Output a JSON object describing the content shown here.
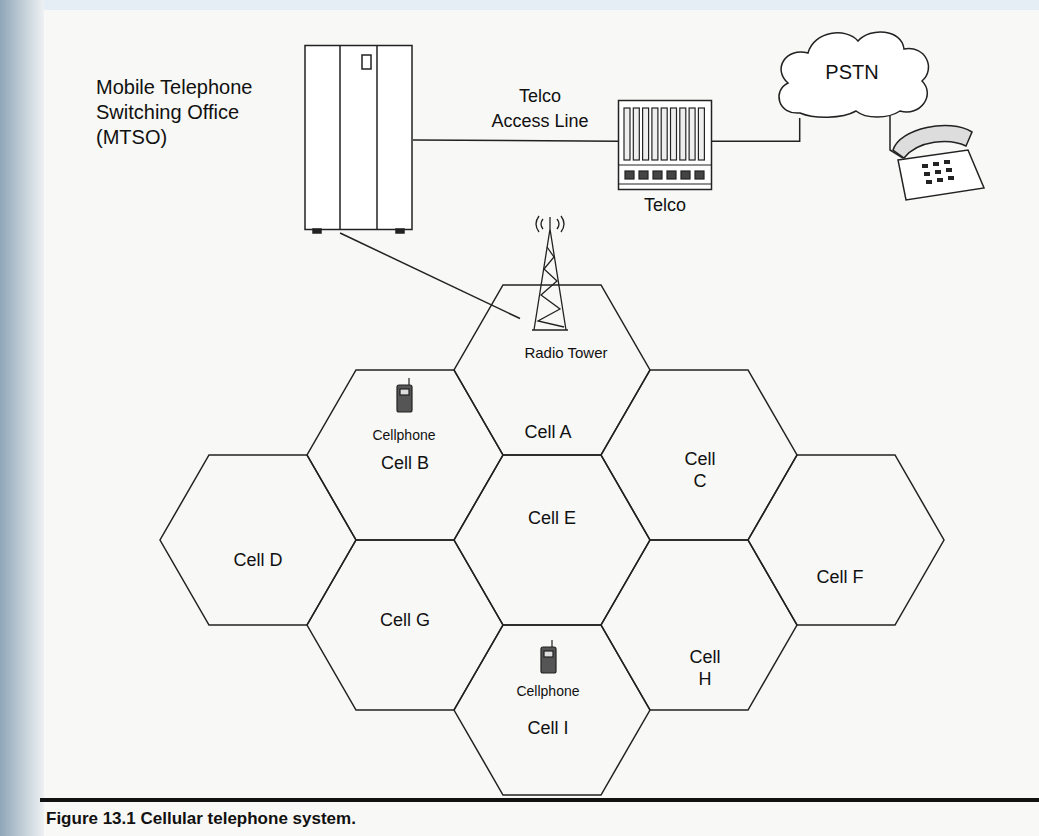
{
  "diagram": {
    "caption": "Figure 13.1 Cellular telephone system.",
    "nodes": [
      {
        "text": [
          "Mobile Telephone Switching Office (MTSO)"
        ]
      },
      {
        "text": [
          "Telco"
        ]
      },
      {
        "text": [
          "PSTN"
        ]
      },
      {
        "text": [
          "Radio Tower"
        ]
      },
      {
        "text": [
          "Cell A"
        ]
      },
      {
        "text": [
          "Cell B"
        ]
      },
      {
        "text": [
          "Cell C"
        ]
      },
      {
        "text": [
          "Cell D"
        ]
      },
      {
        "text": [
          "Cell E"
        ]
      },
      {
        "text": [
          "Cell F"
        ]
      },
      {
        "text": [
          "Cell G"
        ]
      },
      {
        "text": [
          "Cell H"
        ]
      },
      {
        "text": [
          "Cell I"
        ]
      }
    ],
    "edges": [
      {
        "from": 0,
        "to": 1,
        "arrow": "none",
        "label": "Telco Access Line"
      },
      {
        "from": 1,
        "to": 2,
        "arrow": "none"
      },
      {
        "from": 0,
        "to": 3,
        "arrow": "none"
      }
    ],
    "labels": [
      "Cellphone",
      "Cellphone"
    ]
  }
}
